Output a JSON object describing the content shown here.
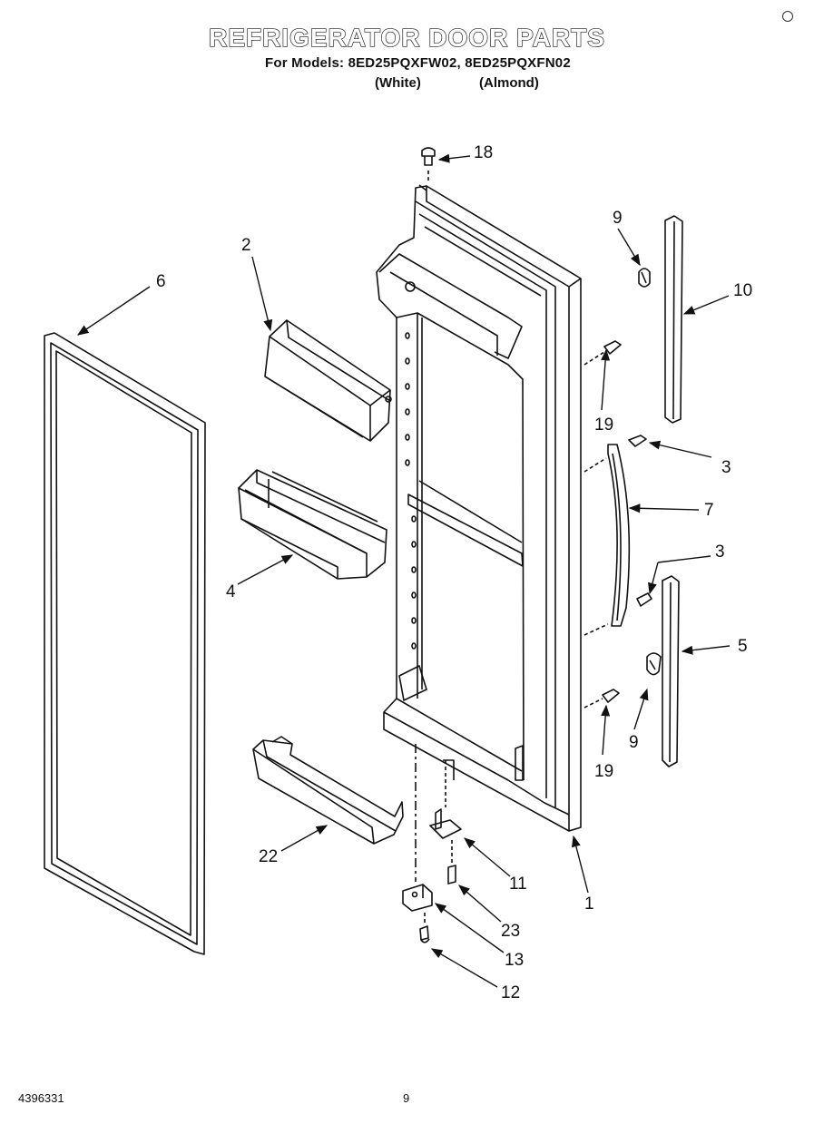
{
  "header": {
    "title": "REFRIGERATOR DOOR PARTS",
    "models_line": "For Models: 8ED25PQXFW02, 8ED25PQXFN02",
    "color_white": "(White)",
    "color_almond": "(Almond)"
  },
  "callouts": {
    "c1": "1",
    "c2": "2",
    "c3a": "3",
    "c3b": "3",
    "c4": "4",
    "c5": "5",
    "c6": "6",
    "c7": "7",
    "c9a": "9",
    "c9b": "9",
    "c10": "10",
    "c11": "11",
    "c12": "12",
    "c13": "13",
    "c18": "18",
    "c19a": "19",
    "c19b": "19",
    "c22": "22",
    "c23": "23"
  },
  "footer": {
    "doc_number": "4396331",
    "page_number": "9"
  }
}
